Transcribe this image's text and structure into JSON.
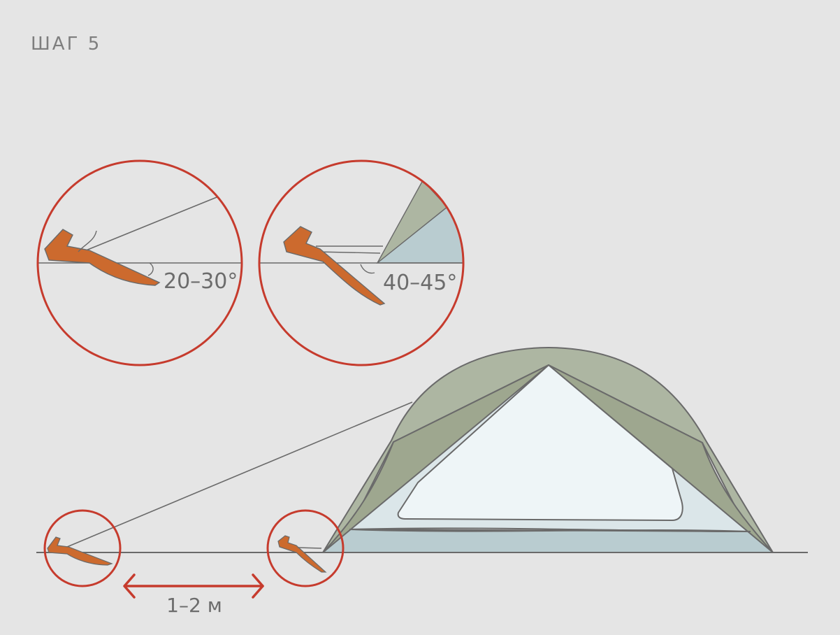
{
  "step": {
    "title": "ШАГ 5"
  },
  "detail_left": {
    "angle_label": "20–30°"
  },
  "detail_right": {
    "angle_label": "40–45°"
  },
  "distance": {
    "label": "1–2 м"
  },
  "colors": {
    "background": "#e5e5e5",
    "callout_circle": "#c63b2d",
    "peg": "#cc6a2e",
    "fly_outer": "#adb6a2",
    "fly_inner": "#9ea78f",
    "tent_inner": "#eef5f7",
    "tent_floor": "#b9ccd0",
    "line": "#6a6a6a"
  }
}
